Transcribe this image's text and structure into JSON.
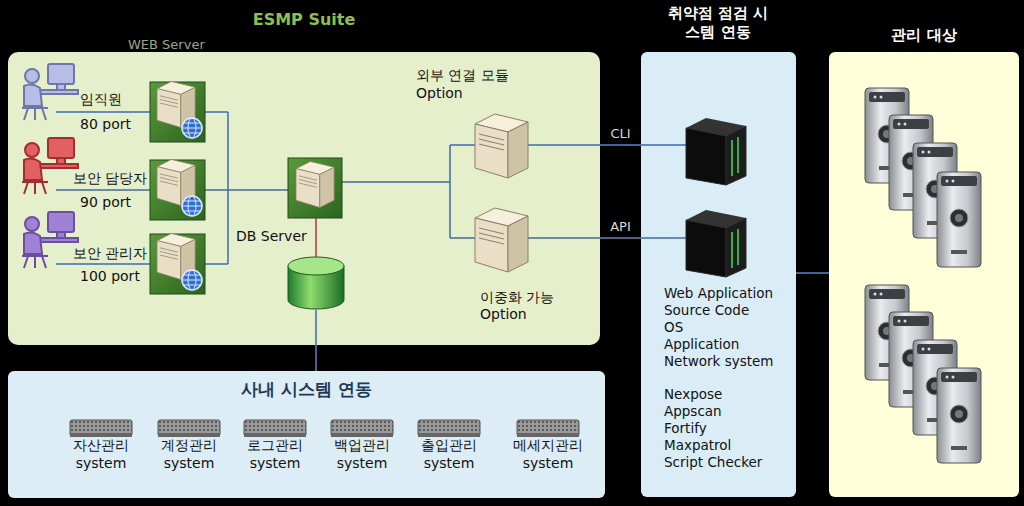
{
  "diagram": {
    "nodes": [
      {
        "text": [
          "ESMP Suite"
        ]
      },
      {
        "text": [
          "취약점 점검 시스템 연동",
          "Web Application",
          "Source Code",
          "OS",
          "Application",
          "Network system",
          "Nexpose",
          "Appscan",
          "Fortify",
          "Maxpatrol",
          "Script Checker"
        ]
      },
      {
        "text": [
          "관리 대상"
        ]
      },
      {
        "text": [
          "사내 시스템 연동"
        ]
      },
      {
        "text": [
          "자산관리 system"
        ],
        "in": 3
      },
      {
        "text": [
          "계정관리 system"
        ],
        "in": 3
      },
      {
        "text": [
          "로그관리 system"
        ],
        "in": 3
      },
      {
        "text": [
          "백업관리 system"
        ],
        "in": 3
      },
      {
        "text": [
          "출입관리 system"
        ],
        "in": 3
      },
      {
        "text": [
          "메세지관리 system"
        ],
        "in": 3
      }
    ],
    "edges": [
      {
        "from": 0,
        "to": 1,
        "label": "CLI",
        "arrow": "none"
      },
      {
        "from": 0,
        "to": 1,
        "label": "API",
        "arrow": "none"
      },
      {
        "from": 1,
        "to": 2,
        "arrow": "none"
      },
      {
        "from": 0,
        "to": 3,
        "arrow": "none"
      }
    ],
    "labels": [
      "WEB Server",
      "임직원",
      "80 port",
      "보안 담당자",
      "90 port",
      "보안 관리자",
      "100 port",
      "DB Server",
      "외부 연결 모듈",
      "Option",
      "이중화 가능",
      "Option"
    ]
  }
}
